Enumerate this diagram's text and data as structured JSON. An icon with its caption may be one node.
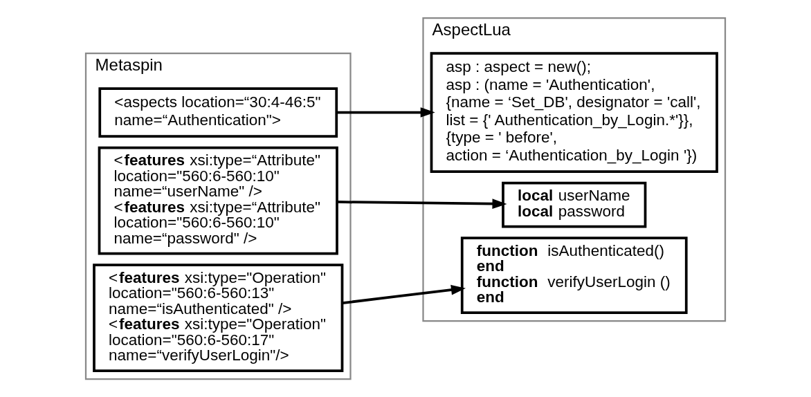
{
  "diagram": {
    "nodes": [
      {
        "text": [
          "Metaspin"
        ]
      },
      {
        "text": [
          "AspectLua"
        ]
      },
      {
        "text": [
          "<aspects location=“30:4-46:5\"",
          "name=“Authentication\">"
        ],
        "in": 0
      },
      {
        "text": [
          "<**features** xsi:type=“Attribute\"",
          "location=\"560:6-560:10\"",
          "name=“userName\" />",
          "<**features** xsi:type=“Attribute\"",
          "location=\"560:6-560:10\"",
          "name=“password\" />"
        ],
        "in": 0
      },
      {
        "text": [
          "<**features** xsi:type=\"Operation\"",
          "location=\"560:6-560:13\"",
          "name=“isAuthenticated\" />",
          "<**features** xsi:type=\"Operation\"",
          "location=\"560:6-560:17\"",
          "name=“verifyUserLogin\"/>"
        ],
        "in": 0
      },
      {
        "text": [
          "asp : aspect = new();",
          "asp : (name = 'Authentication',",
          "{name = ‘Set_DB', designator = 'call',",
          "list = {' Authentication_by_Login.*'}},",
          "{type = ' before',",
          "action = ‘Authentication_by_Login '})"
        ],
        "in": 1
      },
      {
        "text": [
          "**local** userName",
          "**local** password"
        ],
        "in": 1
      },
      {
        "text": [
          "**function**  isAuthenticated()",
          "**end**",
          "**function**  verifyUserLogin ()",
          "**end**"
        ],
        "in": 1
      }
    ],
    "edges": [
      {
        "from": 2,
        "to": 5,
        "arrow": "to"
      },
      {
        "from": 3,
        "to": 6,
        "arrow": "to"
      },
      {
        "from": 4,
        "to": 7,
        "arrow": "to"
      }
    ]
  }
}
